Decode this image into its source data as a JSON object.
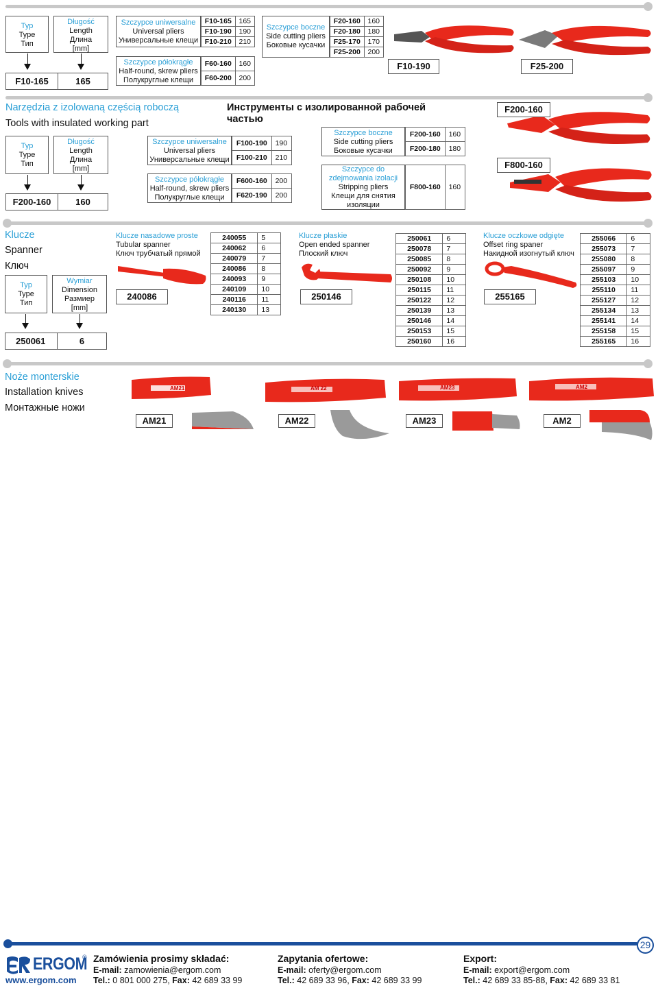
{
  "legend": {
    "typ": [
      "Typ",
      "Type",
      "Тип"
    ],
    "dlugosc": [
      "Długość",
      "Length",
      "Длина",
      "[mm]"
    ],
    "wymiar": [
      "Wymiar",
      "Dimension",
      "Размиер",
      "[mm]"
    ]
  },
  "top": {
    "legend_example": {
      "code": "F10-165",
      "value": "165"
    },
    "universal": {
      "lines": [
        "Szczypce uniwersalne",
        "Universal pliers",
        "Универсальные клещи"
      ],
      "rows": [
        [
          "F10-165",
          "165"
        ],
        [
          "F10-190",
          "190"
        ],
        [
          "F10-210",
          "210"
        ]
      ]
    },
    "halfround": {
      "lines": [
        "Szczypce półokrągłe",
        "Half-round, skrew pliers",
        "Полукруглые клещи"
      ],
      "rows": [
        [
          "F60-160",
          "160"
        ],
        [
          "F60-200",
          "200"
        ]
      ]
    },
    "side": {
      "lines": [
        "Szczypce boczne",
        "Side cutting pliers",
        "Боковые кусачки"
      ],
      "rows": [
        [
          "F20-160",
          "160"
        ],
        [
          "F20-180",
          "180"
        ],
        [
          "F25-170",
          "170"
        ],
        [
          "F25-200",
          "200"
        ]
      ]
    },
    "photo_labels": [
      "F10-190",
      "F25-200"
    ]
  },
  "insulated": {
    "title_pl": "Narzędzia z izolowaną częścią roboczą",
    "title_en": "Tools with insulated working part",
    "title_ru": "Инструменты с изолированной рабочей частью",
    "legend_example": {
      "code": "F200-160",
      "value": "160"
    },
    "universal": {
      "lines": [
        "Szczypce uniwersalne",
        "Universal pliers",
        "Универсальные клещи"
      ],
      "rows": [
        [
          "F100-190",
          "190"
        ],
        [
          "F100-210",
          "210"
        ]
      ]
    },
    "halfround": {
      "lines": [
        "Szczypce półokrągłe",
        "Half-round, skrew pliers",
        "Полукруглые клещи"
      ],
      "rows": [
        [
          "F600-160",
          "200"
        ],
        [
          "F620-190",
          "200"
        ]
      ]
    },
    "side": {
      "lines": [
        "Szczypce boczne",
        "Side cutting pliers",
        "Боковые кусачки"
      ],
      "rows": [
        [
          "F200-160",
          "160"
        ],
        [
          "F200-180",
          "180"
        ]
      ]
    },
    "stripping": {
      "lines": [
        "Szczypce do",
        "zdejmowania izolacji",
        "Stripping pliers",
        "Клещи для снятия",
        "изоляции"
      ],
      "rows": [
        [
          "F800-160",
          "160"
        ]
      ]
    },
    "photo_labels": [
      "F200-160",
      "F800-160"
    ]
  },
  "spanner": {
    "title_pl": "Klucze",
    "title_en": "Spanner",
    "title_ru": "Ключ",
    "legend_example": {
      "code": "250061",
      "value": "6"
    },
    "tubular": {
      "lines": [
        "Klucze nasadowe proste",
        "Tubular spanner",
        "Ключ трубчатый прямой"
      ],
      "label": "240086",
      "rows": [
        [
          "240055",
          "5"
        ],
        [
          "240062",
          "6"
        ],
        [
          "240079",
          "7"
        ],
        [
          "240086",
          "8"
        ],
        [
          "240093",
          "9"
        ],
        [
          "240109",
          "10"
        ],
        [
          "240116",
          "11"
        ],
        [
          "240130",
          "13"
        ]
      ]
    },
    "open": {
      "lines": [
        "Klucze płaskie",
        "Open ended spanner",
        "Плоский ключ"
      ],
      "label": "250146",
      "rows": [
        [
          "250061",
          "6"
        ],
        [
          "250078",
          "7"
        ],
        [
          "250085",
          "8"
        ],
        [
          "250092",
          "9"
        ],
        [
          "250108",
          "10"
        ],
        [
          "250115",
          "11"
        ],
        [
          "250122",
          "12"
        ],
        [
          "250139",
          "13"
        ],
        [
          "250146",
          "14"
        ],
        [
          "250153",
          "15"
        ],
        [
          "250160",
          "16"
        ]
      ]
    },
    "ring": {
      "lines": [
        "Klucze oczkowe odgięte",
        "Offset ring spaner",
        "Накидной изогнутый ключ"
      ],
      "label": "255165",
      "rows": [
        [
          "255066",
          "6"
        ],
        [
          "255073",
          "7"
        ],
        [
          "255080",
          "8"
        ],
        [
          "255097",
          "9"
        ],
        [
          "255103",
          "10"
        ],
        [
          "255110",
          "11"
        ],
        [
          "255127",
          "12"
        ],
        [
          "255134",
          "13"
        ],
        [
          "255141",
          "14"
        ],
        [
          "255158",
          "15"
        ],
        [
          "255165",
          "16"
        ]
      ]
    }
  },
  "knives": {
    "title_pl": "Noże monterskie",
    "title_en": "Installation knives",
    "title_ru": "Монтажные ножи",
    "labels": [
      "AM21",
      "AM22",
      "AM23",
      "AM2"
    ],
    "handle_prints": [
      "AM21",
      "AM 22",
      "AM23",
      "AM2"
    ]
  },
  "footer": {
    "page_number": "29",
    "brand": "ERGOM",
    "website": "www.ergom.com",
    "orders": {
      "title": "Zamówienia prosimy składać:",
      "email_label": "E-mail:",
      "email": "zamowienia@ergom.com",
      "tel_label": "Tel.:",
      "tel": "0 801 000 275,",
      "fax_label": "Fax:",
      "fax": "42 689 33 99"
    },
    "offers": {
      "title": "Zapytania ofertowe:",
      "email_label": "E-mail:",
      "email": "oferty@ergom.com",
      "tel_label": "Tel.:",
      "tel": "42 689 33 96,",
      "fax_label": "Fax:",
      "fax": "42 689 33 99"
    },
    "export": {
      "title": "Export:",
      "email_label": "E-mail:",
      "email": "export@ergom.com",
      "tel_label": "Tel.:",
      "tel": "42 689 33 85-88,",
      "fax_label": "Fax:",
      "fax": "42 689 33 81"
    }
  },
  "colors": {
    "accent": "#2a9fd6",
    "tool_red": "#e8291c",
    "footer_bar": "#1a4f9c"
  }
}
